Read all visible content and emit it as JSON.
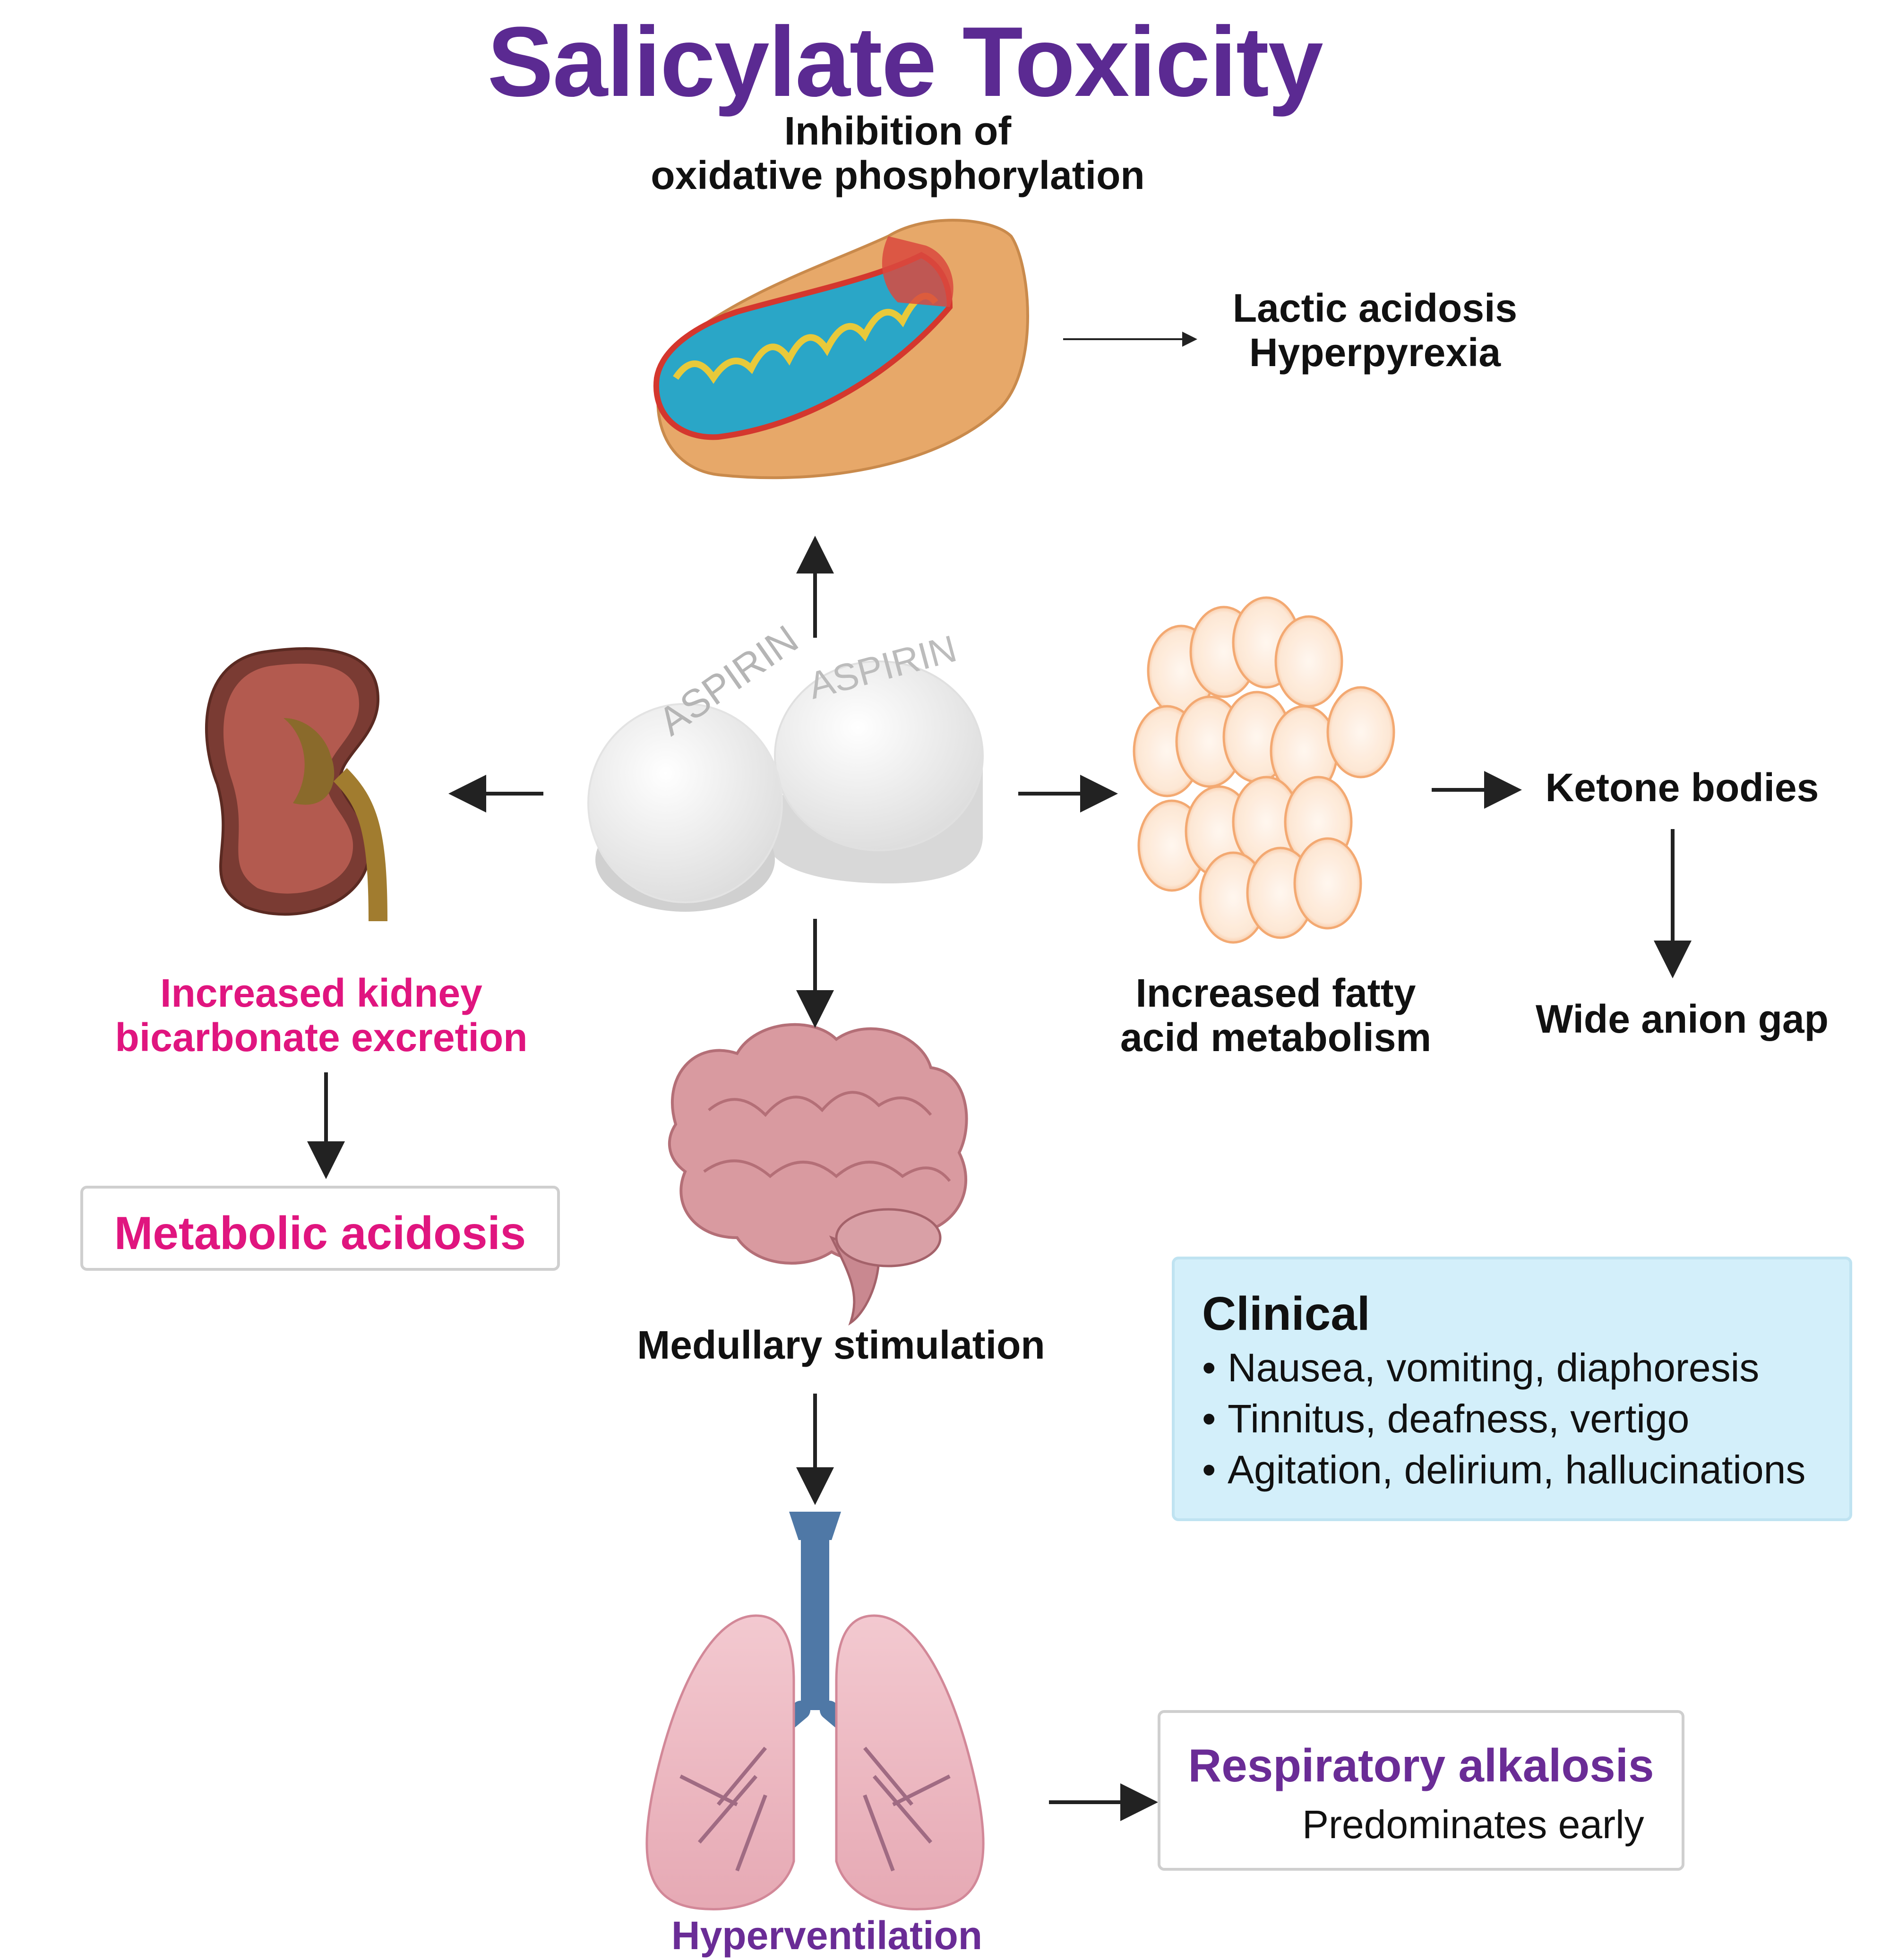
{
  "colors": {
    "title": "#5b2a92",
    "pink": "#e0157f",
    "purple": "#6a2c96",
    "dark": "#111111",
    "clinical_bg": "#d3effa",
    "clinical_border": "#bfe3f1",
    "box_border": "#cfcfcf"
  },
  "title": "Salicylate Toxicity",
  "mito": {
    "line1": "Inhibition of",
    "line2": "oxidative phosphorylation"
  },
  "lactic": {
    "line1": "Lactic acidosis",
    "line2": "Hyperpyrexia"
  },
  "aspirin": {
    "pill_text": "ASPIRIN"
  },
  "kidney": {
    "line1": "Increased kidney",
    "line2": "bicarbonate excretion"
  },
  "metabolic_acidosis": "Metabolic acidosis",
  "fatty": {
    "line1": "Increased fatty",
    "line2": "acid metabolism"
  },
  "ketone": "Ketone bodies",
  "anion_gap": "Wide anion gap",
  "medullary": "Medullary stimulation",
  "clinical": {
    "title": "Clinical",
    "bullet": "•",
    "items": [
      "Nausea, vomiting, diaphoresis",
      "Tinnitus, deafness, vertigo",
      "Agitation, delirium, hallucinations"
    ]
  },
  "respiratory": {
    "title": "Respiratory alkalosis",
    "subtitle": "Predominates early"
  },
  "hyperventilation": "Hyperventilation",
  "icons": [
    "mitochondrion-icon",
    "aspirin-pills-icon",
    "kidney-icon",
    "fat-cells-icon",
    "brain-icon",
    "lungs-icon"
  ]
}
